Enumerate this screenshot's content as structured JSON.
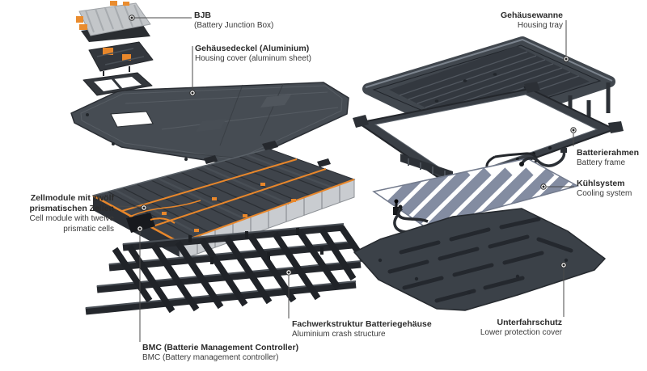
{
  "figure": {
    "type": "exploded-view-diagram",
    "subject": "high-voltage battery system"
  },
  "labels": {
    "bjb": {
      "title": "BJB",
      "subtitle": "(Battery Junction Box)"
    },
    "housing_cover": {
      "title": "Gehäusedeckel (Aluminium)",
      "subtitle": "Housing cover (aluminum sheet)"
    },
    "housing_tray": {
      "title": "Gehäusewanne",
      "subtitle": "Housing tray"
    },
    "battery_frame": {
      "title": "Batterierahmen",
      "subtitle": "Battery frame"
    },
    "cooling_system": {
      "title": "Kühlsystem",
      "subtitle": "Cooling system"
    },
    "cell_module": {
      "title_line1": "Zellmodule mit zwölf",
      "title_line2": "prismatischen Zellen",
      "subtitle_line1": "Cell module with twelve",
      "subtitle_line2": "prismatic cells"
    },
    "crash_structure": {
      "title": "Fachwerkstruktur Batteriegehäuse",
      "subtitle": "Aluminium crash structure"
    },
    "lower_protection": {
      "title": "Unterfahrschutz",
      "subtitle": "Lower protection cover"
    },
    "bmc": {
      "title": "BMC (Batterie Management Controller)",
      "subtitle": "BMC (Battery management controller)"
    }
  },
  "colors": {
    "background": "#ffffff",
    "label_text": "#2b2b2b",
    "leader_line": "#4a4a4a",
    "metal_dark": "#3f444b",
    "metal_darker": "#24272c",
    "metal_light": "#c3c6c9",
    "accent_orange": "#e8872b",
    "cooling_stripe": "#838ca1",
    "cell_silver": "#c9ccd0"
  }
}
